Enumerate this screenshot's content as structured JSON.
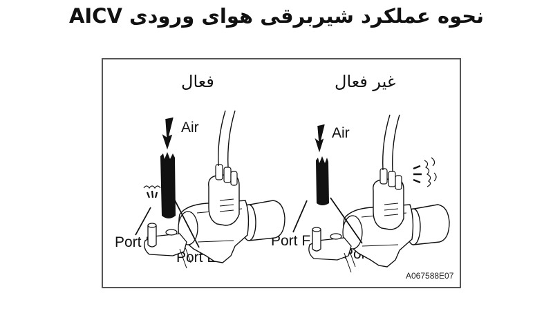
{
  "title": "نحوه عملکرد شیربرقی هوای ورودی AICV",
  "panels": [
    {
      "state_label": "فعال",
      "air_label": "Air",
      "port_f_label": "Port F",
      "port_e_label": "Port E"
    },
    {
      "state_label": "غیر فعال",
      "air_label": "Air",
      "port_f_label": "Port F",
      "port_e_label": "Port E"
    }
  ],
  "figure_code": "A067588E07",
  "colors": {
    "ink": "#111111",
    "frame": "#555555",
    "background": "#ffffff"
  }
}
